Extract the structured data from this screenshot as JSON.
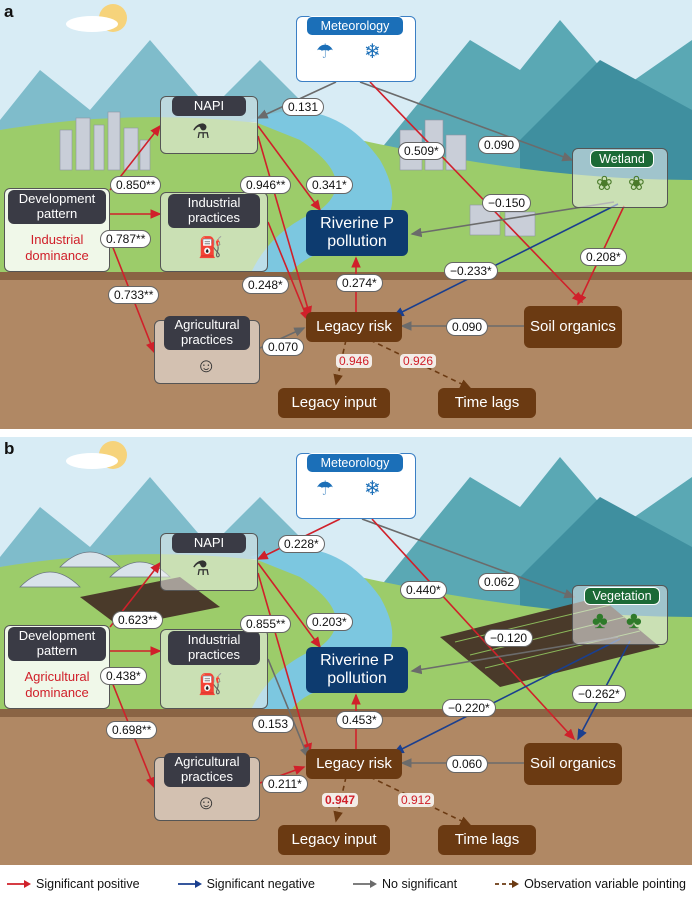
{
  "panels": [
    {
      "letter": "a",
      "nodes": {
        "meteorology": "Meteorology",
        "napi": "NAPI",
        "development_pattern": "Development pattern",
        "development_type": "Industrial dominance",
        "industrial": "Industrial practices",
        "agricultural": "Agricultural practices",
        "riverine": "Riverine P pollution",
        "legacy_risk": "Legacy risk",
        "soil_organics": "Soil organics",
        "legacy_input": "Legacy input",
        "time_lags": "Time lags",
        "ecosystem": "Wetland"
      },
      "coefficients": {
        "met_napi": "0.131",
        "met_legacy": "0.509*",
        "met_eco": "0.090",
        "dev_napi": "0.850**",
        "dev_industrial": "0.787**",
        "dev_agricultural": "0.733**",
        "napi_legacy": "0.946**",
        "napi_riverine": "0.341*",
        "industrial_legacy": "0.248*",
        "legacy_riverine": "0.274*",
        "eco_riverine": "−0.150",
        "eco_legacy": "−0.233*",
        "eco_soil": "0.208*",
        "soil_legacy": "0.090",
        "agri_legacy": "0.070",
        "legacy_input_load": "0.946",
        "time_lags_load": "0.926"
      }
    },
    {
      "letter": "b",
      "nodes": {
        "meteorology": "Meteorology",
        "napi": "NAPI",
        "development_pattern": "Development pattern",
        "development_type": "Agricultural dominance",
        "industrial": "Industrial practices",
        "agricultural": "Agricultural practices",
        "riverine": "Riverine P pollution",
        "legacy_risk": "Legacy risk",
        "soil_organics": "Soil organics",
        "legacy_input": "Legacy input",
        "time_lags": "Time lags",
        "ecosystem": "Vegetation"
      },
      "coefficients": {
        "met_napi": "0.228*",
        "met_legacy": "0.440*",
        "met_eco": "0.062",
        "dev_napi": "0.623**",
        "dev_industrial": "0.438*",
        "dev_agricultural": "0.698**",
        "napi_legacy": "0.855**",
        "napi_riverine": "0.203*",
        "industrial_legacy": "0.153",
        "legacy_riverine": "0.453*",
        "eco_riverine": "−0.120",
        "eco_legacy": "−0.220*",
        "eco_soil": "−0.262*",
        "soil_legacy": "0.060",
        "agri_legacy": "0.211*",
        "legacy_input_load": "0.947",
        "time_lags_load": "0.912"
      }
    }
  ],
  "legend": {
    "sig_pos": "Significant positive",
    "sig_neg": "Significant negative",
    "no_sig": "No significant",
    "obs": "Observation variable pointing"
  },
  "colors": {
    "positive": "#d0202a",
    "negative": "#1a3f8f",
    "nonsig": "#6b6b6b",
    "observation": "#6b3a12",
    "sky": "#cfe6f2",
    "soil": "#a87c57",
    "grass": "#8dbf5a",
    "mountain": "#5aa8b4"
  },
  "icons": {
    "meteorology": [
      "rain-cloud-icon",
      "snow-cloud-icon"
    ],
    "napi": "fertilizer-icon",
    "industrial": "oil-pump-icon",
    "agricultural": "farmer-icon",
    "wetland": "reed-icon",
    "vegetation": "tree-icon"
  }
}
